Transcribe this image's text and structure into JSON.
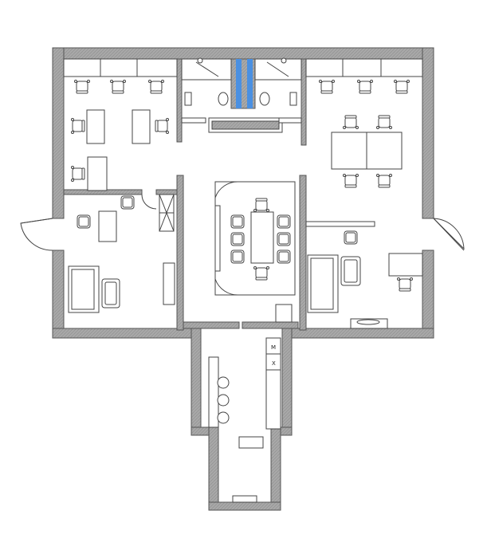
{
  "plan": {
    "kind": "architectural floor plan",
    "wall_color": "#a8a8a8",
    "water_pipe_color": "#4a90e2",
    "labels": {
      "microwave": "M",
      "fridge": "X"
    }
  }
}
